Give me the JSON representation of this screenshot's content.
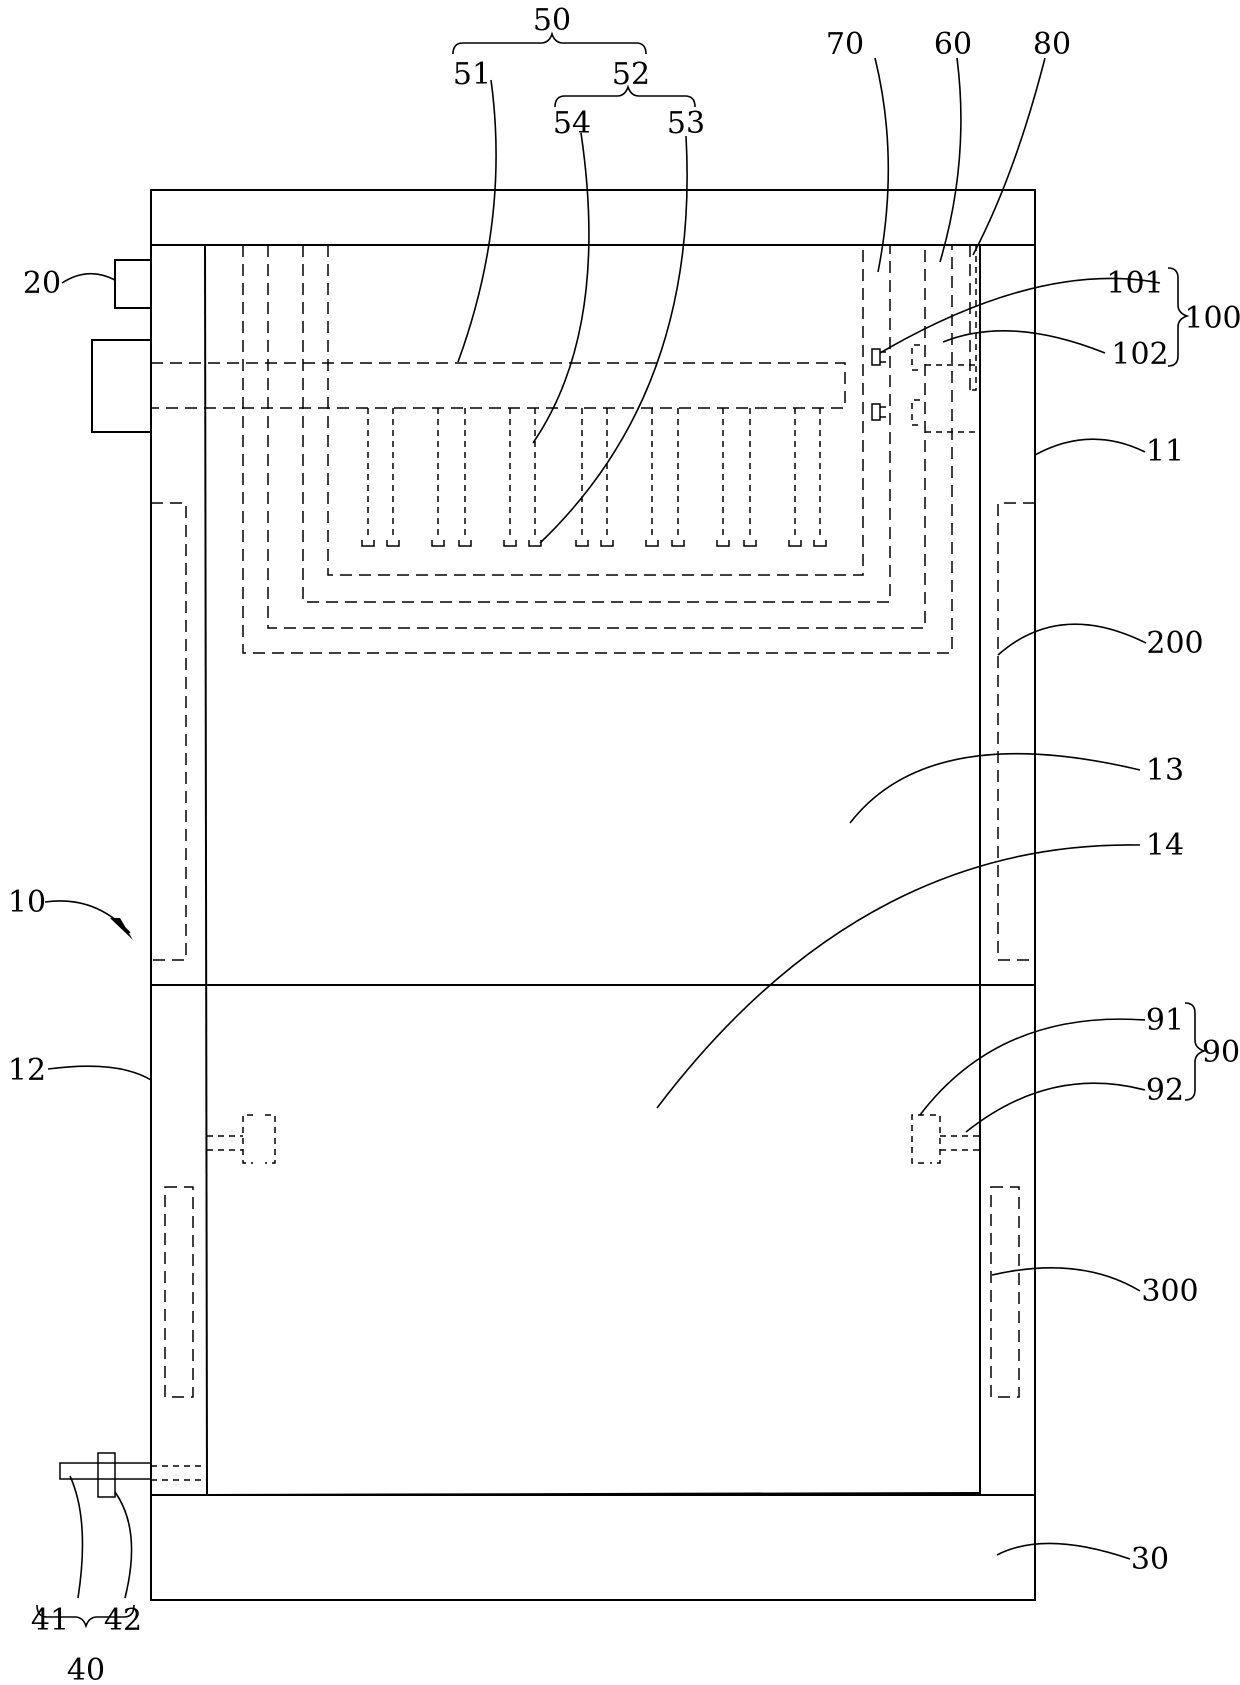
{
  "labels": {
    "l10": "10",
    "l11": "11",
    "l12": "12",
    "l13": "13",
    "l14": "14",
    "l20": "20",
    "l30": "30",
    "l40": "40",
    "l41": "41",
    "l42": "42",
    "l50": "50",
    "l51": "51",
    "l52": "52",
    "l53": "53",
    "l54": "54",
    "l60": "60",
    "l70": "70",
    "l80": "80",
    "l90": "90",
    "l91": "91",
    "l92": "92",
    "l100": "100",
    "l101": "101",
    "l102": "102",
    "l200": "200",
    "l300": "300"
  }
}
